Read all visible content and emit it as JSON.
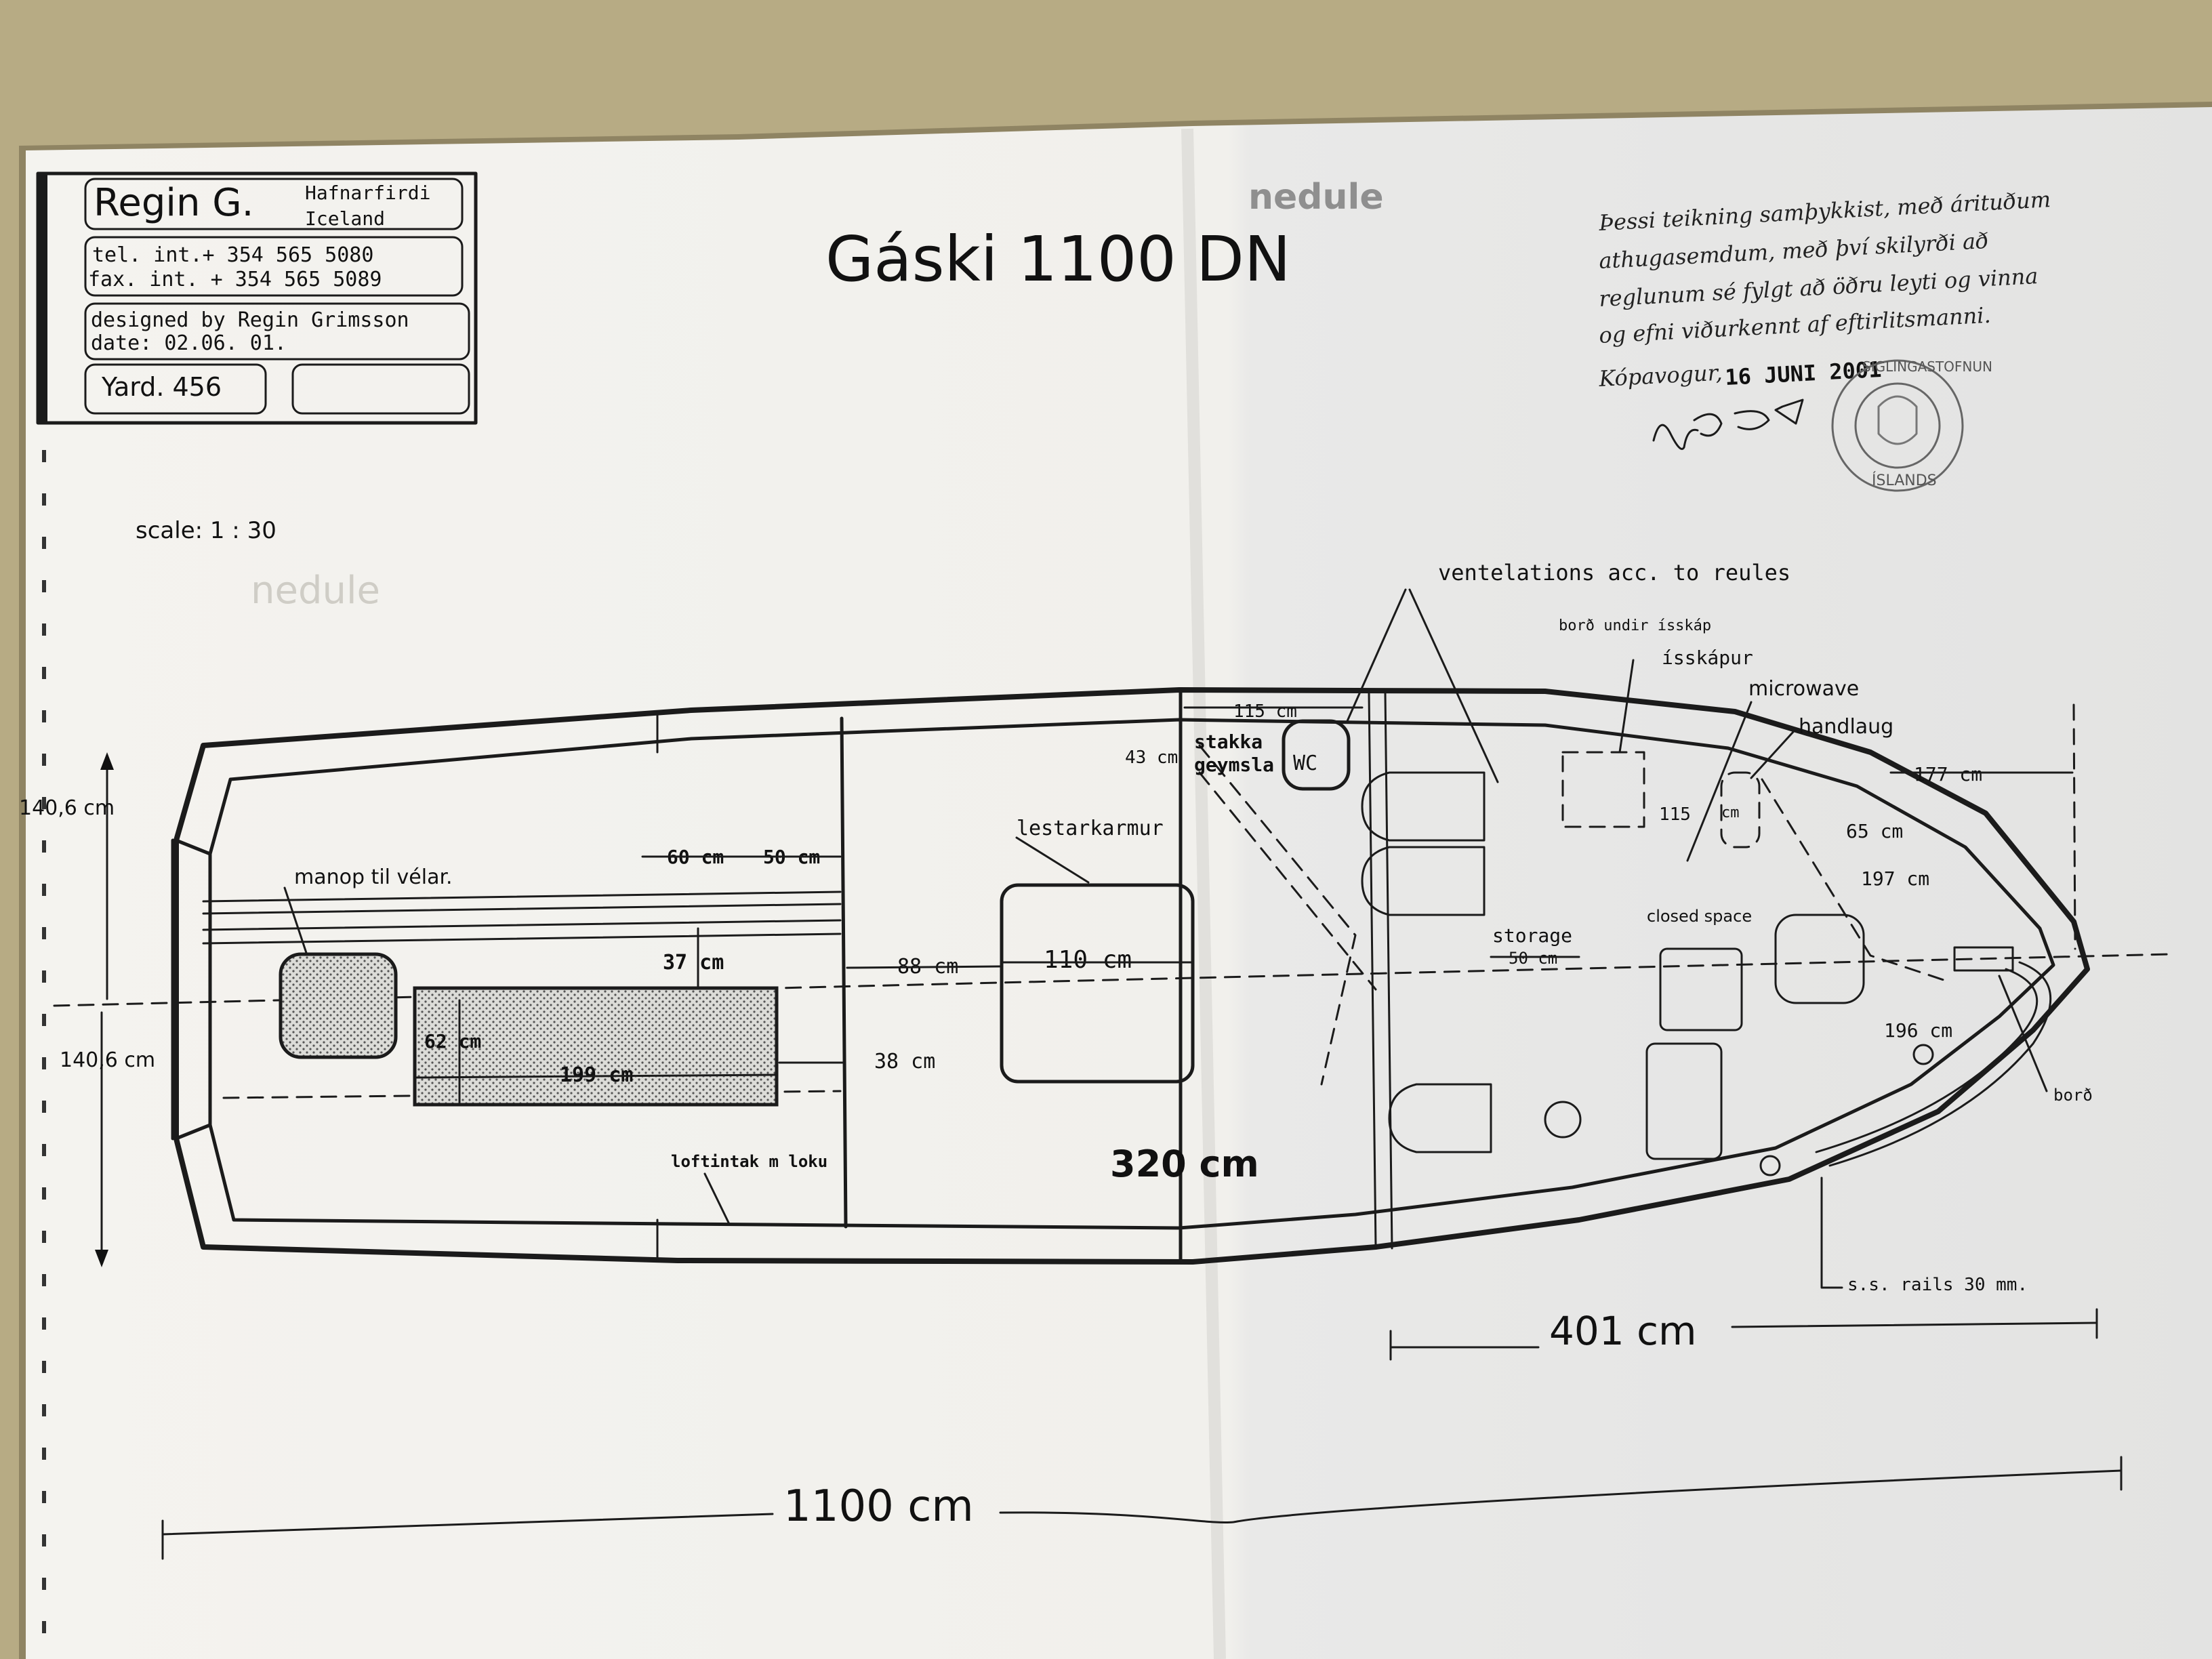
{
  "title_block": {
    "company": "Regin G.",
    "town": "Hafnarfirdi",
    "country": "Iceland",
    "tel": "tel.  int.+ 354  565  5080",
    "fax": "fax.  int.  + 354  565  5089",
    "designed_by": "designed  by  Regin  Grimsson",
    "date": "date:  02.06.  01.",
    "yard": "Yard.  456"
  },
  "drawing_title": "Gáski  1100  DN",
  "ghost_stamp": "nedule",
  "scale": "scale:  1  :  30",
  "approval": {
    "line1": "Þessi teikning samþykkist, með árituðum",
    "line2": "athugasemdum, með því skilyrði að",
    "line3": "reglunum sé fylgt að öðru leyti og vinna",
    "line4": "og efni viðurkennt af eftirlitsmanni.",
    "place": "Kópavogur,",
    "date": "16 JUNI 2001",
    "seal_top": "SIGLINGASTOFNUN",
    "seal_bottom": "ÍSLANDS"
  },
  "labels": {
    "ventilation": "ventelations  acc.  to  reules",
    "bord_undir": "borð  undir  ísskáp",
    "isskapur": "ísskápur",
    "microwave": "microwave",
    "handlaug": "handlaug",
    "stakka": "stakka",
    "geymsla": "geymsla",
    "wc": "WC",
    "lestarkarmur": "lestarkarmur",
    "manop": "manop  til  vélar.",
    "loftintak": "loftintak m loku",
    "closed_space": "closed  space",
    "storage": "storage",
    "bord": "borð",
    "rails": "s.s.  rails  30  mm."
  },
  "dimensions": {
    "d115_top": "115  cm",
    "d43": "43  cm",
    "d177": "177    cm",
    "d65": "65  cm",
    "d197": "197  cm",
    "d115_mid": "115",
    "d115_mid_cm": "cm",
    "d60": "60  cm",
    "d50a": "50  cm",
    "d37": "37 cm",
    "d62": "62  cm",
    "d199": "199  cm",
    "d88": "88  cm",
    "d110": "110  cm",
    "d38": "38  cm",
    "d50_storage": "50  cm",
    "d196": "196  cm",
    "d1406_top": "140,6  cm",
    "d1406_bottom": "140,6  cm",
    "d320": "320 cm",
    "d401": "401  cm",
    "d1100": "1100   cm"
  }
}
